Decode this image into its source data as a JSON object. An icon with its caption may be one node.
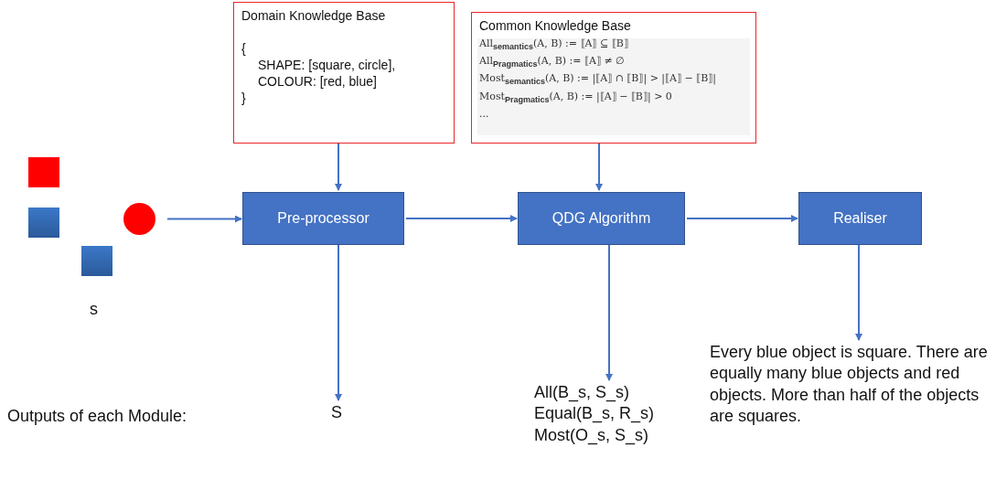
{
  "diagram": {
    "nodes": [
      {
        "text": [
          "Domain Knowledge Base",
          "{",
          "SHAPE: [square, circle],",
          "COLOUR: [red, blue]",
          "}"
        ]
      },
      {
        "text": [
          "Common Knowledge Base",
          "All$_{semantics}$(A, B) := ⟦A⟧ ⊆ ⟦B⟧",
          "All$_{Pragmatics}$(A, B) := ⟦A⟧ ≠ ∅",
          "Most$_{semantics}$(A, B) := |⟦A⟧ ∩ ⟦B⟧| > |⟦A⟧ − ⟦B⟧|",
          "Most$_{Pragmatics}$(A, B) := |⟦A⟧ − ⟦B⟧| > 0",
          "..."
        ]
      },
      {
        "text": [
          "Pre-processor"
        ]
      },
      {
        "text": [
          "QDG Algorithm"
        ]
      },
      {
        "text": [
          "Realiser"
        ]
      },
      {
        "text": [],
        "shape": "circle"
      },
      {
        "text": [
          "S"
        ]
      },
      {
        "text": [
          "All(B_s, S_s)",
          "Equal(B_s, R_s)",
          "Most(O_s, S_s)"
        ]
      },
      {
        "text": [
          "Every blue object is square. There are equally many blue objects and red objects. More than half of the objects are squares."
        ]
      }
    ],
    "edges": [
      {
        "from": 0,
        "to": 2,
        "arrow": "to"
      },
      {
        "from": 1,
        "to": 3,
        "arrow": "to"
      },
      {
        "from": 5,
        "to": 2,
        "arrow": "to"
      },
      {
        "from": 2,
        "to": 3,
        "arrow": "to"
      },
      {
        "from": 3,
        "to": 4,
        "arrow": "to"
      },
      {
        "from": 2,
        "to": 6,
        "arrow": "to"
      },
      {
        "from": 3,
        "to": 7,
        "arrow": "to"
      },
      {
        "from": 4,
        "to": 8,
        "arrow": "to"
      }
    ],
    "labels": [
      "s",
      "Outputs of each Module:"
    ]
  }
}
